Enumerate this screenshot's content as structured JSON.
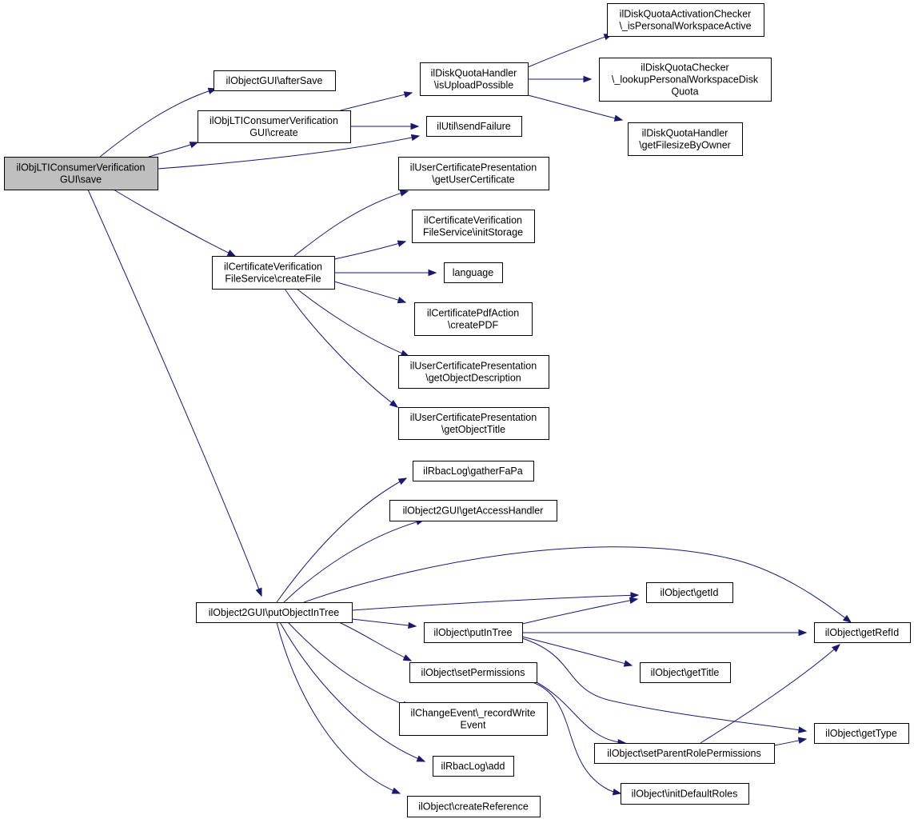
{
  "diagram": {
    "nodes": [
      {
        "id": "save",
        "root": true,
        "lines": [
          "ilObjLTIConsumerVerification",
          "GUI\\save"
        ]
      },
      {
        "id": "afterSave",
        "lines": [
          "ilObjectGUI\\afterSave"
        ]
      },
      {
        "id": "create",
        "lines": [
          "ilObjLTIConsumerVerification",
          "GUI\\create"
        ]
      },
      {
        "id": "isUploadPossible",
        "lines": [
          "ilDiskQuotaHandler",
          "\\isUploadPossible"
        ]
      },
      {
        "id": "isPersonalWorkspaceActive",
        "lines": [
          "ilDiskQuotaActivationChecker",
          "\\_isPersonalWorkspaceActive"
        ]
      },
      {
        "id": "lookupPersonalWorkspaceDiskQuota",
        "lines": [
          "ilDiskQuotaChecker",
          "\\_lookupPersonalWorkspaceDisk",
          "Quota"
        ]
      },
      {
        "id": "getFilesizeByOwner",
        "lines": [
          "ilDiskQuotaHandler",
          "\\getFilesizeByOwner"
        ]
      },
      {
        "id": "sendFailure",
        "lines": [
          "ilUtil\\sendFailure"
        ]
      },
      {
        "id": "createFile",
        "lines": [
          "ilCertificateVerification",
          "FileService\\createFile"
        ]
      },
      {
        "id": "getUserCertificate",
        "lines": [
          "ilUserCertificatePresentation",
          "\\getUserCertificate"
        ]
      },
      {
        "id": "initStorage",
        "lines": [
          "ilCertificateVerification",
          "FileService\\initStorage"
        ]
      },
      {
        "id": "language",
        "lines": [
          "language"
        ]
      },
      {
        "id": "createPDF",
        "lines": [
          "ilCertificatePdfAction",
          "\\createPDF"
        ]
      },
      {
        "id": "getObjectDescription",
        "lines": [
          "ilUserCertificatePresentation",
          "\\getObjectDescription"
        ]
      },
      {
        "id": "getObjectTitle",
        "lines": [
          "ilUserCertificatePresentation",
          "\\getObjectTitle"
        ]
      },
      {
        "id": "putObjectInTree",
        "lines": [
          "ilObject2GUI\\putObjectInTree"
        ]
      },
      {
        "id": "gatherFaPa",
        "lines": [
          "ilRbacLog\\gatherFaPa"
        ]
      },
      {
        "id": "getAccessHandler",
        "lines": [
          "ilObject2GUI\\getAccessHandler"
        ]
      },
      {
        "id": "getId",
        "lines": [
          "ilObject\\getId"
        ]
      },
      {
        "id": "putInTree",
        "lines": [
          "ilObject\\putInTree"
        ]
      },
      {
        "id": "getRefId",
        "lines": [
          "ilObject\\getRefId"
        ]
      },
      {
        "id": "getTitle",
        "lines": [
          "ilObject\\getTitle"
        ]
      },
      {
        "id": "setPermissions",
        "lines": [
          "ilObject\\setPermissions"
        ]
      },
      {
        "id": "getType",
        "lines": [
          "ilObject\\getType"
        ]
      },
      {
        "id": "recordWriteEvent",
        "lines": [
          "ilChangeEvent\\_recordWrite",
          "Event"
        ]
      },
      {
        "id": "setParentRolePermissions",
        "lines": [
          "ilObject\\setParentRolePermissions"
        ]
      },
      {
        "id": "rbacLogAdd",
        "lines": [
          "ilRbacLog\\add"
        ]
      },
      {
        "id": "initDefaultRoles",
        "lines": [
          "ilObject\\initDefaultRoles"
        ]
      },
      {
        "id": "createReference",
        "lines": [
          "ilObject\\createReference"
        ]
      }
    ],
    "edges": [
      {
        "from": "save",
        "to": "afterSave"
      },
      {
        "from": "save",
        "to": "create"
      },
      {
        "from": "save",
        "to": "sendFailure"
      },
      {
        "from": "save",
        "to": "createFile"
      },
      {
        "from": "save",
        "to": "putObjectInTree"
      },
      {
        "from": "create",
        "to": "isUploadPossible"
      },
      {
        "from": "create",
        "to": "sendFailure"
      },
      {
        "from": "isUploadPossible",
        "to": "isPersonalWorkspaceActive"
      },
      {
        "from": "isUploadPossible",
        "to": "lookupPersonalWorkspaceDiskQuota"
      },
      {
        "from": "isUploadPossible",
        "to": "getFilesizeByOwner"
      },
      {
        "from": "createFile",
        "to": "getUserCertificate"
      },
      {
        "from": "createFile",
        "to": "initStorage"
      },
      {
        "from": "createFile",
        "to": "language"
      },
      {
        "from": "createFile",
        "to": "createPDF"
      },
      {
        "from": "createFile",
        "to": "getObjectDescription"
      },
      {
        "from": "createFile",
        "to": "getObjectTitle"
      },
      {
        "from": "putObjectInTree",
        "to": "gatherFaPa"
      },
      {
        "from": "putObjectInTree",
        "to": "getAccessHandler"
      },
      {
        "from": "putObjectInTree",
        "to": "getRefId"
      },
      {
        "from": "putObjectInTree",
        "to": "getId"
      },
      {
        "from": "putObjectInTree",
        "to": "putInTree"
      },
      {
        "from": "putObjectInTree",
        "to": "setPermissions"
      },
      {
        "from": "putObjectInTree",
        "to": "recordWriteEvent"
      },
      {
        "from": "putObjectInTree",
        "to": "rbacLogAdd"
      },
      {
        "from": "putObjectInTree",
        "to": "createReference"
      },
      {
        "from": "putInTree",
        "to": "getId"
      },
      {
        "from": "putInTree",
        "to": "getRefId"
      },
      {
        "from": "putInTree",
        "to": "getTitle"
      },
      {
        "from": "putInTree",
        "to": "getType"
      },
      {
        "from": "setPermissions",
        "to": "setParentRolePermissions"
      },
      {
        "from": "setPermissions",
        "to": "initDefaultRoles"
      },
      {
        "from": "setParentRolePermissions",
        "to": "getType"
      },
      {
        "from": "setParentRolePermissions",
        "to": "getRefId"
      }
    ]
  }
}
